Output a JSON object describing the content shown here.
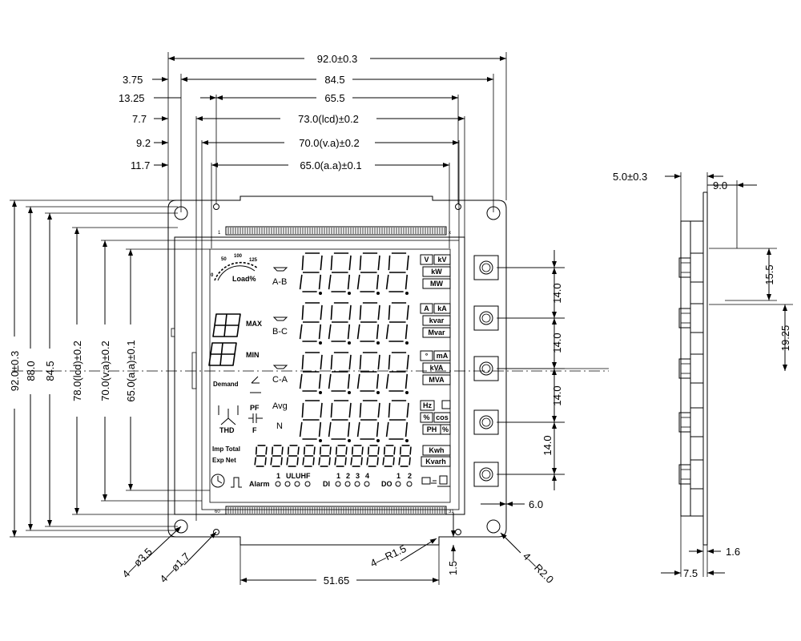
{
  "top_dims": {
    "overall": "92.0±0.3",
    "d1_left": "3.75",
    "d1_value": "84.5",
    "d2_left": "13.25",
    "d2_value": "65.5",
    "d3_left": "7.7",
    "d3_value": "73.0(lcd)±0.2",
    "d4_left": "9.2",
    "d4_value": "70.0(v.a)±0.2",
    "d5_left": "11.7",
    "d5_value": "65.0(a.a)±0.1"
  },
  "left_dims": {
    "overall": "92.0±0.3",
    "d88": "88.0",
    "d845": "84.5",
    "lcd": "78.0(lcd)±0.2",
    "va": "70.0(v.a)±0.2",
    "aa": "65.0(a.a)±0.1"
  },
  "bottom_dims": {
    "holes_big": "4—ø3.5",
    "holes_small": "4—ø1.7",
    "width": "51.65",
    "r15": "4—R1.5",
    "h15": "1.5",
    "r20": "4—R2.0"
  },
  "button_dims": {
    "pitch1": "14.0",
    "pitch2": "14.0",
    "pitch3": "14.0",
    "pitch4": "14.0",
    "offset": "6.0"
  },
  "side_dims": {
    "thickness": "5.0±0.3",
    "width": "9.0",
    "h155": "15.5",
    "h1925": "19.25",
    "t16": "1.6",
    "t75": "7.5"
  },
  "lcd_labels": {
    "pin_left_top": "1",
    "pin_right_top": "x",
    "pin_left_bottom": "60",
    "pin_right_bottom": "31",
    "ab": "A-B",
    "bc": "B-C",
    "ca": "C-A",
    "n": "N",
    "avg": "Avg",
    "max": "MAX",
    "min": "MIN",
    "demand": "Demand",
    "load": "Load%",
    "load_scale": [
      "0",
      "50",
      "100",
      "125"
    ],
    "pf": "PF",
    "f": "F",
    "thd": "THD",
    "imp_total": "Imp Total",
    "exp_net": "Exp Net",
    "alarm": "Alarm",
    "alarm_idx": [
      "1",
      "UL",
      "UH",
      "F"
    ],
    "di": "DI",
    "di_idx": [
      "1",
      "2",
      "3",
      "4"
    ],
    "do": "DO",
    "do_idx": [
      "1",
      "2"
    ],
    "units_row1": [
      "V",
      "kV",
      "kW",
      "MW"
    ],
    "units_row2": [
      "A",
      "kA",
      "kvar",
      "Mvar"
    ],
    "units_row3": [
      "°",
      "mA",
      "kVA",
      "MVA"
    ],
    "units_row4": [
      "Hz",
      "%",
      "cos",
      "PH",
      "%"
    ],
    "units_row5": [
      "Kwh",
      "Kvarh"
    ]
  }
}
